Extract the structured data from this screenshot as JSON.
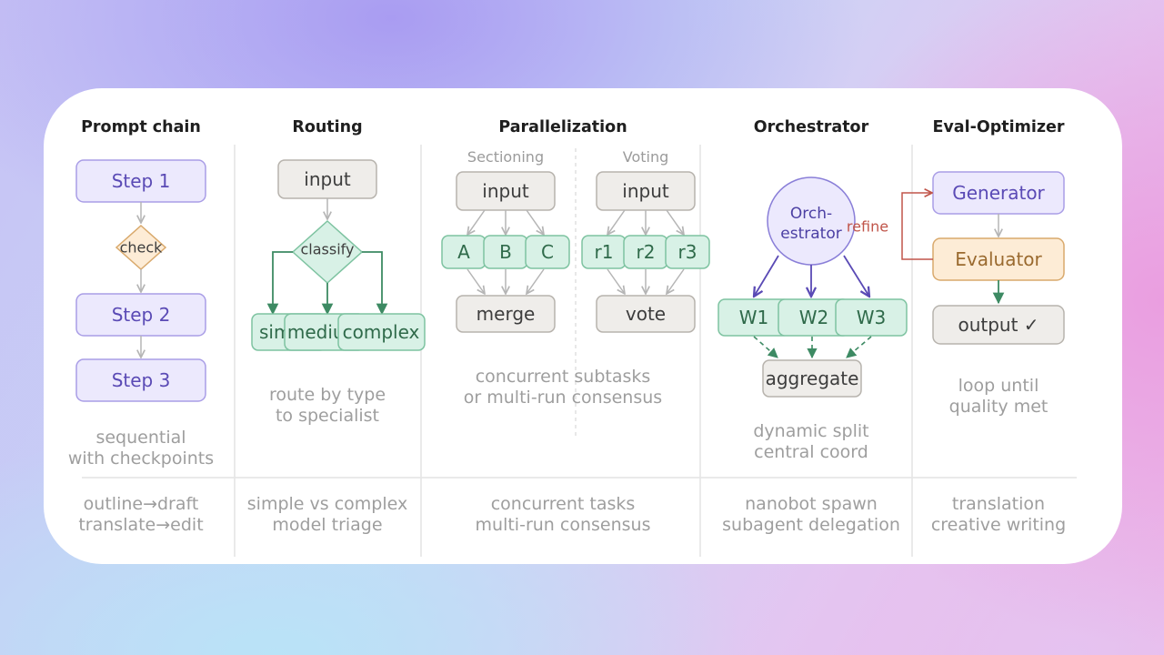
{
  "columns": {
    "prompt_chain": {
      "title": "Prompt chain",
      "steps": [
        "Step 1",
        "check",
        "Step 2",
        "Step 3"
      ],
      "desc": [
        "sequential",
        "with checkpoints"
      ],
      "usecases": [
        "outline→draft",
        "translate→edit"
      ]
    },
    "routing": {
      "title": "Routing",
      "input": "input",
      "classify": "classify",
      "targets": [
        "simple",
        "medium",
        "complex"
      ],
      "desc": [
        "route by type",
        "to specialist"
      ],
      "usecases": [
        "simple vs complex",
        "model triage"
      ]
    },
    "parallelization": {
      "title": "Parallelization",
      "sectioning": {
        "label": "Sectioning",
        "input": "input",
        "workers": [
          "A",
          "B",
          "C"
        ],
        "output": "merge"
      },
      "voting": {
        "label": "Voting",
        "input": "input",
        "workers": [
          "r1",
          "r2",
          "r3"
        ],
        "output": "vote"
      },
      "desc": [
        "concurrent subtasks",
        "or multi-run consensus"
      ],
      "usecases": [
        "concurrent tasks",
        "multi-run consensus"
      ]
    },
    "orchestrator": {
      "title": "Orchestrator",
      "hub": [
        "Orch-",
        "estrator"
      ],
      "workers": [
        "W1",
        "W2",
        "W3"
      ],
      "aggregate": "aggregate",
      "desc": [
        "dynamic split",
        "central coord"
      ],
      "usecases": [
        "nanobot spawn",
        "subagent delegation"
      ]
    },
    "eval_optimizer": {
      "title": "Eval-Optimizer",
      "generator": "Generator",
      "evaluator": "Evaluator",
      "refine": "refine",
      "output": "output ✓",
      "desc": [
        "loop until",
        "quality met"
      ],
      "usecases": [
        "translation",
        "creative writing"
      ]
    }
  },
  "colors": {
    "purple_box": "#ece9fd",
    "green_box": "#d8f1e6",
    "grey_box": "#efedea",
    "orange_box": "#fdecd6",
    "refine_red": "#c0554a"
  }
}
